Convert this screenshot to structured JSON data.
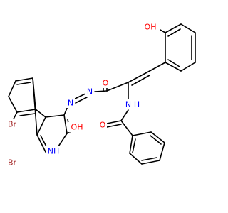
{
  "colors": {
    "background": "#ffffff",
    "bond": "#000000",
    "oxygen": "#ff0000",
    "nitrogen": "#0000ff",
    "bromine": "#a52a2a"
  },
  "atoms": {
    "oh_top": "OH",
    "o_amide_left": "O",
    "n_azo_left": "N",
    "n_azo_right": "N",
    "nh_amide": "N",
    "h_amide": "H",
    "o_amide_right": "O",
    "br_upper": "Br",
    "br_lower": "Br",
    "oh_indole": "OH",
    "nh_indole": "NH"
  }
}
